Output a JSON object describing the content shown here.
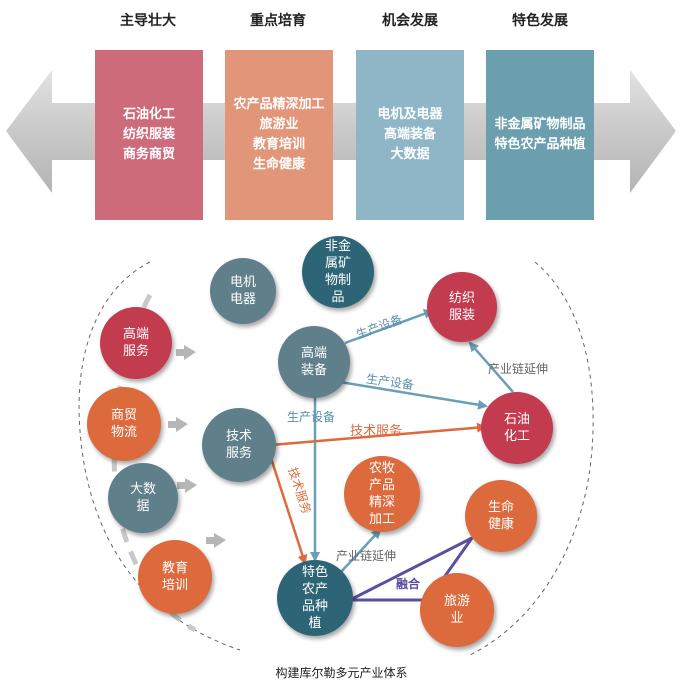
{
  "header": {
    "categories": [
      "主导壮大",
      "重点培育",
      "机会发展",
      "特色发展"
    ]
  },
  "columns": [
    {
      "lines": [
        "石油化工",
        "纺织服装",
        "商务商贸"
      ],
      "color": "#cd6b7b"
    },
    {
      "lines": [
        "农产品精深加工",
        "旅游业",
        "教育培训",
        "生命健康"
      ],
      "color": "#e1967a"
    },
    {
      "lines": [
        "电机及电器",
        "高端装备",
        "大数据"
      ],
      "color": "#8fb6c6"
    },
    {
      "lines": [
        "非金属矿物制品",
        "特色农产品种植"
      ],
      "color": "#6c9fae"
    }
  ],
  "nodes": {
    "dianji": [
      "电机",
      "电器"
    ],
    "feijinshu": [
      "非金",
      "属矿",
      "物制",
      "品"
    ],
    "fangzhi": [
      "纺织",
      "服装"
    ],
    "gaoduan_fuwu": [
      "高端",
      "服务"
    ],
    "gaoduan_zhuangbei": [
      "高端",
      "装备"
    ],
    "shangmao": [
      "商贸",
      "物流"
    ],
    "shiyou": [
      "石油",
      "化工"
    ],
    "jishu": [
      "技术",
      "服务"
    ],
    "dashuju": [
      "大数",
      "据"
    ],
    "nongmu": [
      "农牧",
      "产品",
      "精深",
      "加工"
    ],
    "shengming": [
      "生命",
      "健康"
    ],
    "jiaoyu": [
      "教育",
      "培训"
    ],
    "tese": [
      "特色",
      "农产",
      "品种",
      "植"
    ],
    "lvyou": [
      "旅游",
      "业"
    ]
  },
  "edge_labels": {
    "shengchan_1": "生产设备",
    "shengchan_2": "生产设备",
    "shengchan_3": "生产设备",
    "chanye_1": "产业链延伸",
    "chanye_2": "产业链延伸",
    "jishu_1": "技术服务",
    "jishu_2": "技术服务",
    "ronghe": "融合"
  },
  "colors": {
    "red": "#c23b4f",
    "orange": "#dc6a3d",
    "slate": "#5f7f8b",
    "teal": "#2d6577",
    "arrow_blue": "#6a9fb8",
    "arrow_orange": "#dc6a3d",
    "arrow_purple": "#5a4fa0"
  },
  "caption": "构建库尔勒多元产业体系"
}
